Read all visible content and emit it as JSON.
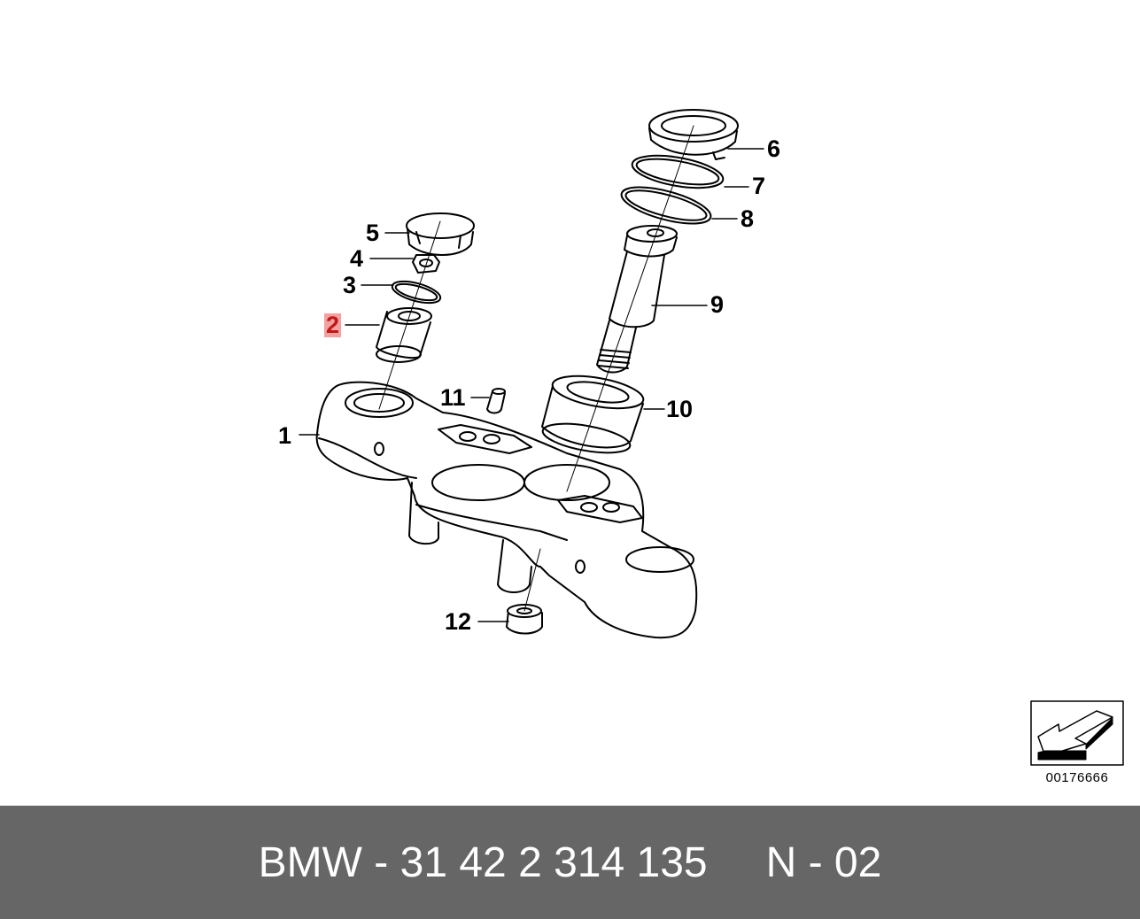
{
  "callouts": [
    {
      "id": "p1",
      "label": "1"
    },
    {
      "id": "p2",
      "label": "2",
      "highlighted": true
    },
    {
      "id": "p3",
      "label": "3"
    },
    {
      "id": "p4",
      "label": "4"
    },
    {
      "id": "p5",
      "label": "5"
    },
    {
      "id": "p6",
      "label": "6"
    },
    {
      "id": "p7",
      "label": "7"
    },
    {
      "id": "p8",
      "label": "8"
    },
    {
      "id": "p9",
      "label": "9"
    },
    {
      "id": "p10",
      "label": "10"
    },
    {
      "id": "p11",
      "label": "11"
    },
    {
      "id": "p12",
      "label": "12"
    }
  ],
  "figure_id": "00176666",
  "footer": {
    "part_number": "BMW - 31 42 2 314 135",
    "index": "N - 02"
  },
  "colors": {
    "footer_bg": "#666666",
    "highlight_bg": "#f2a0a0",
    "highlight_text": "#c01818"
  }
}
